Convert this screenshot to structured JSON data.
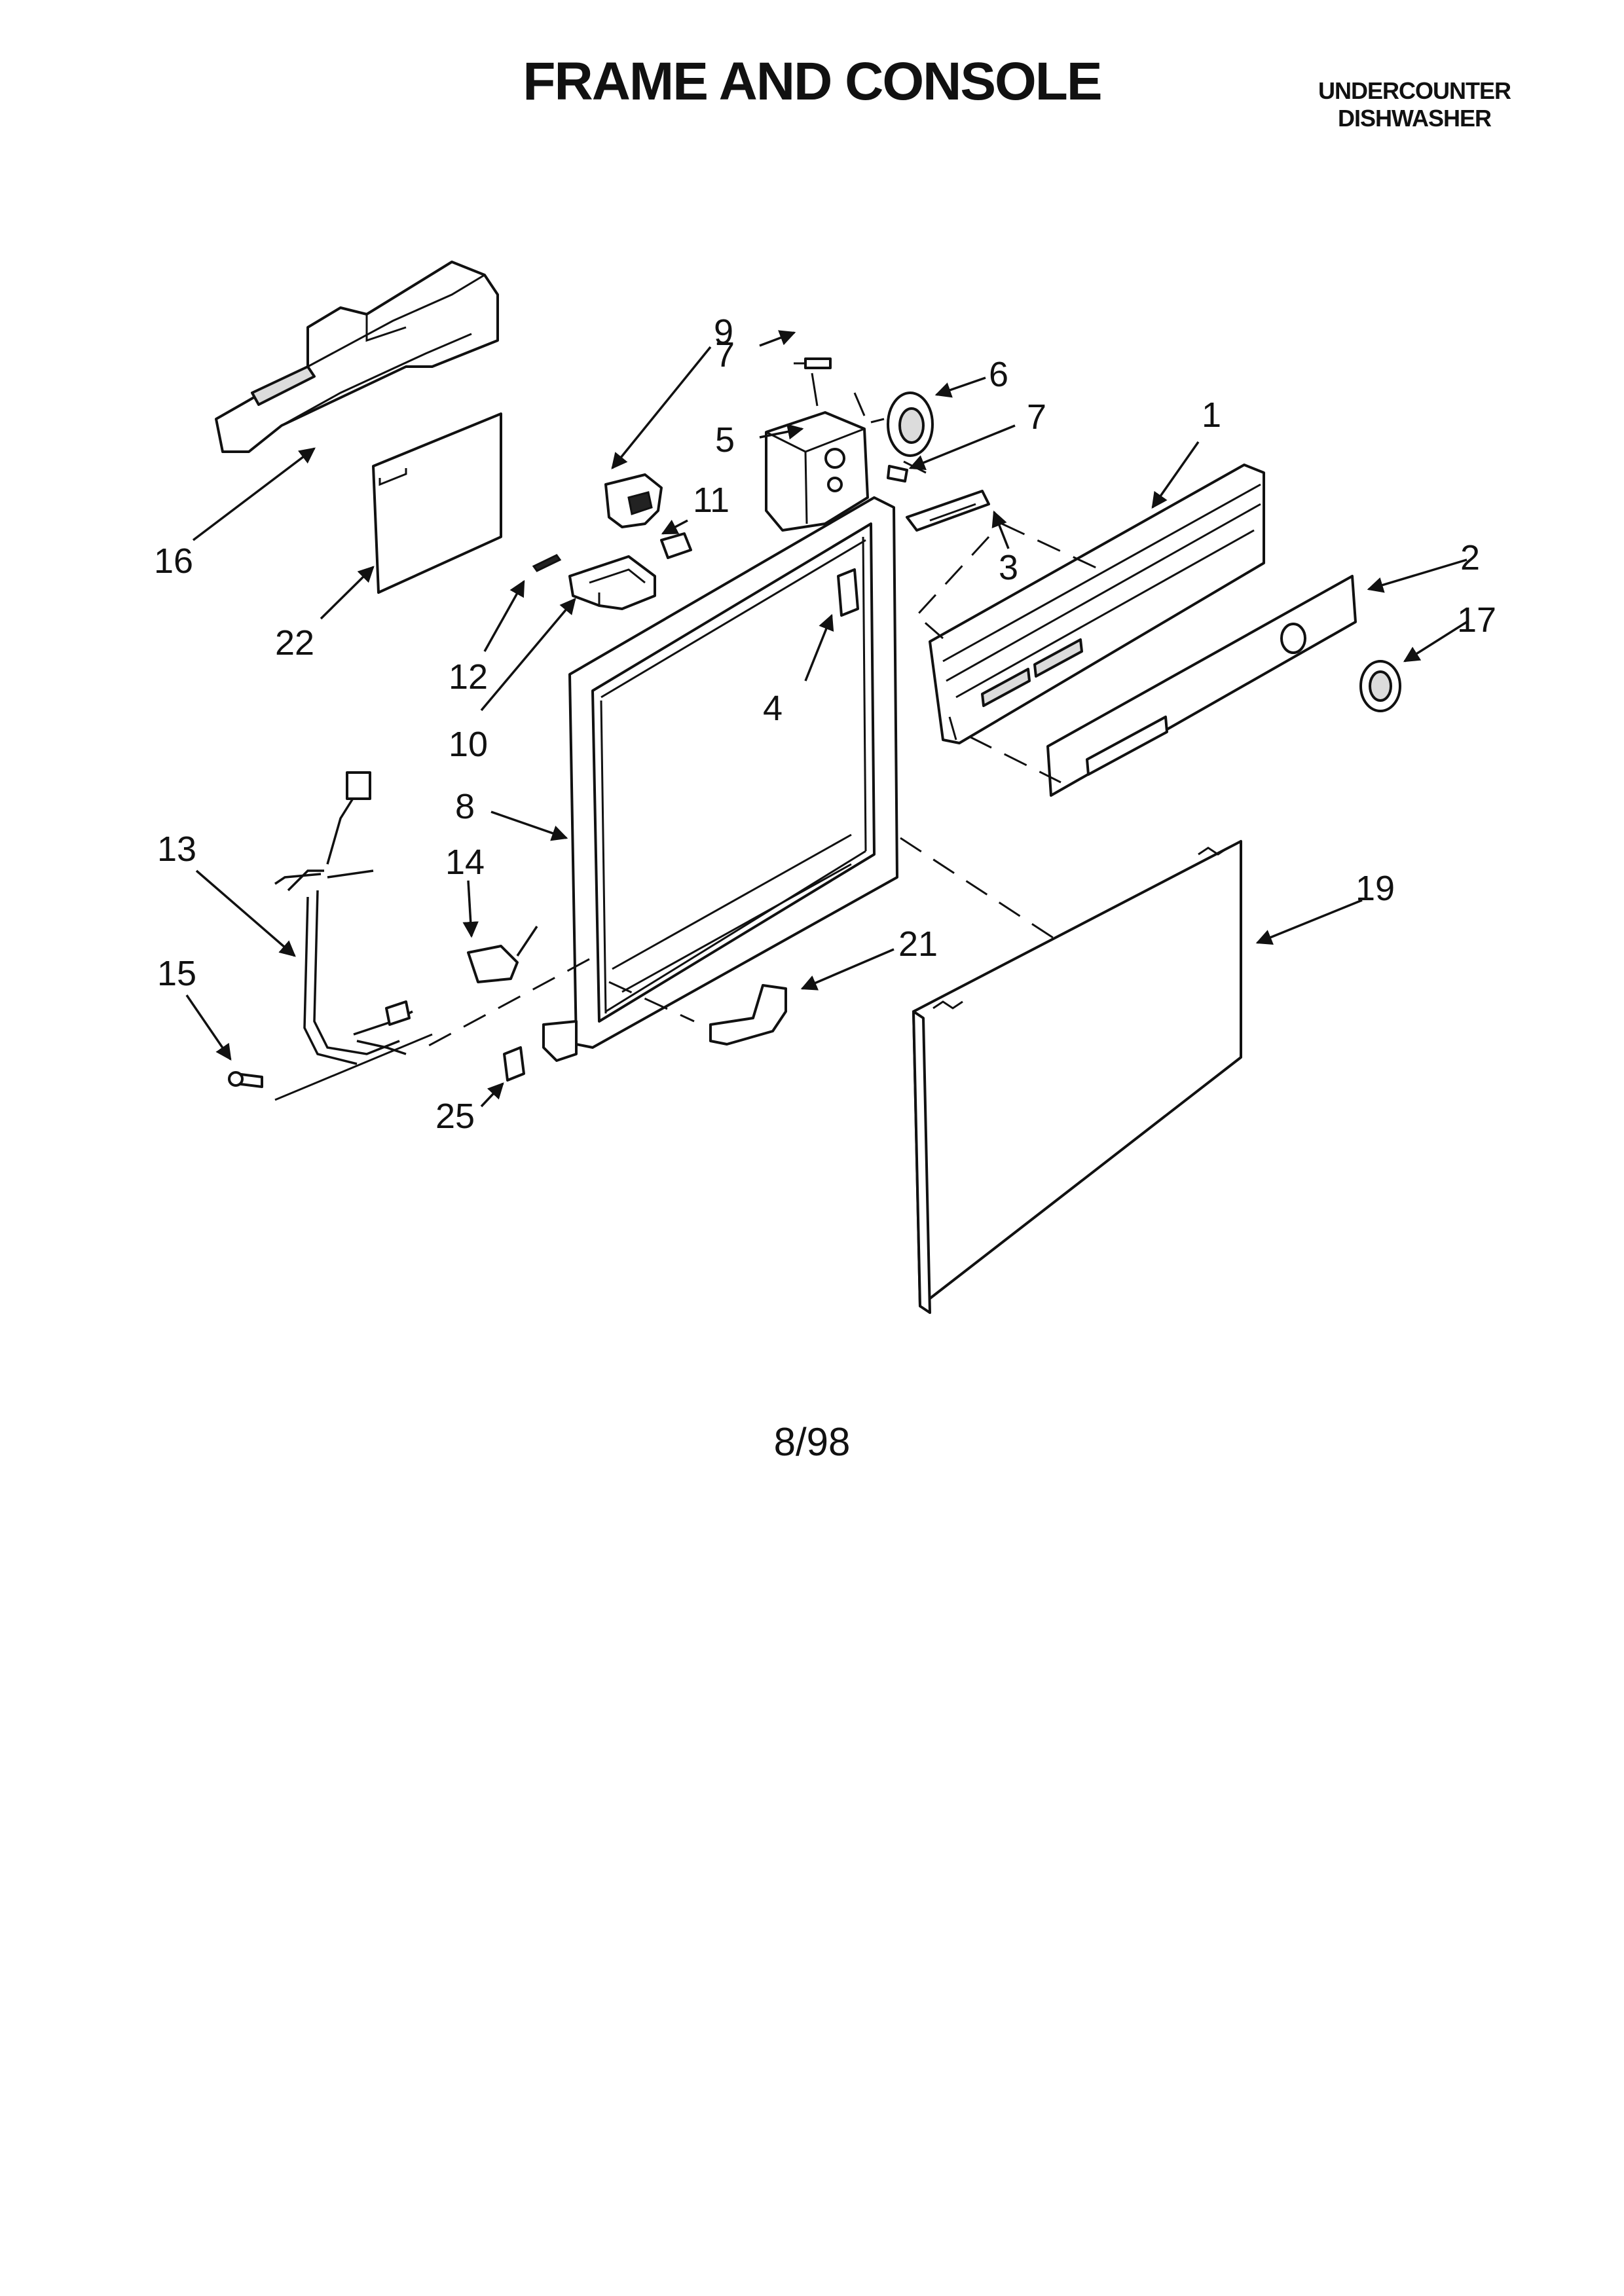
{
  "header": {
    "title": "FRAME AND CONSOLE",
    "product_line1": "UNDERCOUNTER",
    "product_line2": "DISHWASHER"
  },
  "callouts": {
    "c1": "1",
    "c2": "2",
    "c3": "3",
    "c4": "4",
    "c5": "5",
    "c6": "6",
    "c7a": "7",
    "c7b": "7",
    "c8": "8",
    "c9": "9",
    "c10": "10",
    "c11": "11",
    "c12": "12",
    "c13": "13",
    "c14": "14",
    "c15": "15",
    "c16": "16",
    "c17": "17",
    "c19": "19",
    "c21": "21",
    "c22": "22",
    "c25": "25"
  },
  "footer": {
    "date": "8/98"
  }
}
